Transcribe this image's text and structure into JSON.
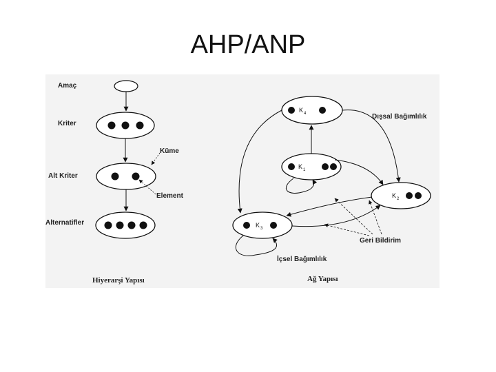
{
  "slide": {
    "title": "AHP/ANP"
  },
  "hierarchy": {
    "levels": {
      "goal": "Amaç",
      "criteria": "Kriter",
      "subcriteria": "Alt Kriter",
      "alternatives": "Alternatifler"
    },
    "annotations": {
      "cluster": "Küme",
      "element": "Element"
    },
    "caption": "Hiyerarşi Yapısı"
  },
  "network": {
    "nodes": {
      "k1": {
        "letter": "K",
        "index": "1"
      },
      "k2": {
        "letter": "K",
        "index": "2"
      },
      "k3": {
        "letter": "K",
        "index": "3"
      },
      "k4": {
        "letter": "K",
        "index": "4"
      }
    },
    "annotations": {
      "outer_dependence": "Dışsal Bağımlılık",
      "feedback": "Geri Bildirim",
      "inner_dependence": "İçsel Bağımlılık"
    },
    "caption": "Ağ Yapısı"
  }
}
